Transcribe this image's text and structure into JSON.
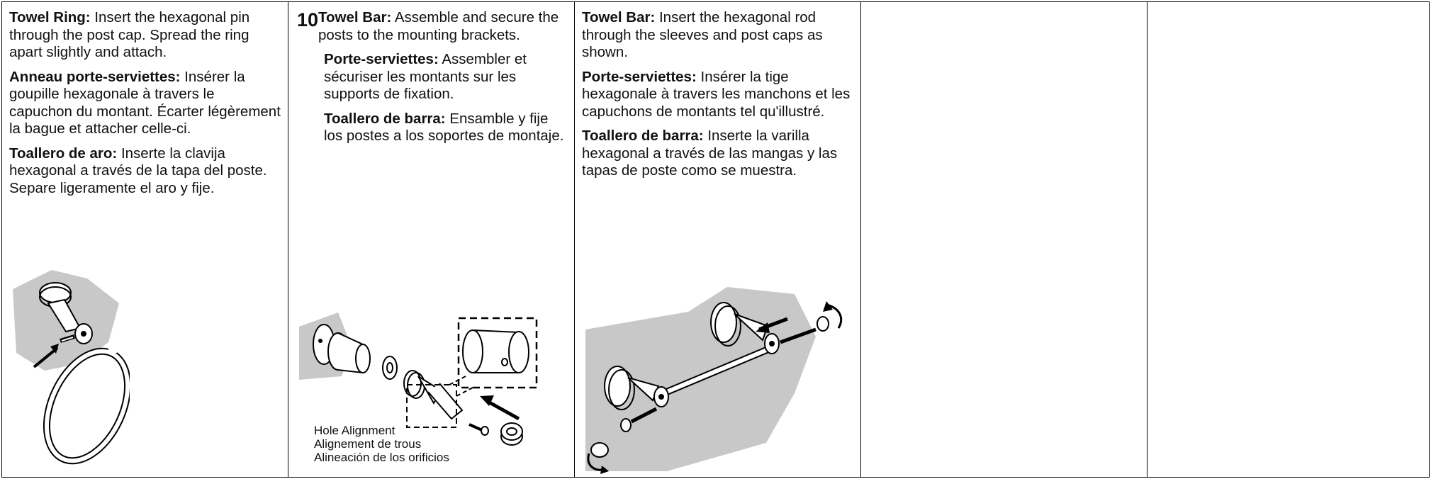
{
  "columns": [
    {
      "blocks": [
        {
          "title": "Towel Ring:",
          "text": " Insert the hexagonal pin through the post cap. Spread the ring apart slightly and attach."
        },
        {
          "title": "Anneau porte-serviettes:",
          "text": " Insérer la goupille hexagonale à travers le capuchon du montant. Écarter légèrement la bague et attacher celle-ci."
        },
        {
          "title": "Toallero de aro:",
          "text": " Inserte la clavija hexagonal a través de la tapa del poste. Separe ligeramente el aro y fije."
        }
      ]
    },
    {
      "step_number": "10",
      "blocks": [
        {
          "title": "Towel Bar:",
          "text": " Assemble and secure the posts to the mounting brackets."
        },
        {
          "title": "Porte-serviettes:",
          "text": " Assembler et sécuriser les montants sur les supports de fixation."
        },
        {
          "title": "Toallero de barra:",
          "text": " Ensamble y fije los postes a los soportes de montaje."
        }
      ],
      "caption": [
        "Hole Alignment",
        "Alignement de trous",
        "Alineación de los orificios"
      ]
    },
    {
      "blocks": [
        {
          "title": "Towel Bar:",
          "text": " Insert the hexagonal rod through the sleeves and post caps as shown."
        },
        {
          "title": "Porte-serviettes:",
          "text": " Insérer la tige hexagonale à travers les manchons et les capuchons de montants tel qu'illustré."
        },
        {
          "title": "Toallero de barra:",
          "text": " Inserte la varilla hexagonal a través de las mangas y las tapas de poste como se muestra."
        }
      ]
    }
  ],
  "colors": {
    "wall": "#c8c8c8",
    "line": "#000000",
    "paper": "#ffffff"
  }
}
